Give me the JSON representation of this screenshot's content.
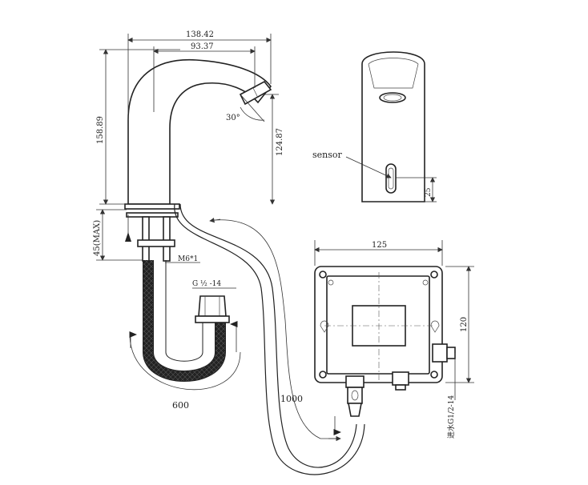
{
  "dimensions": {
    "overall_width": "138.42",
    "spout_reach": "93.37",
    "overall_height": "158.89",
    "spout_height": "124.87",
    "spout_angle": "30°",
    "max_mount_thickness": "45(MAX)",
    "mount_thread": "M6*1",
    "inlet_thread": "G ½ -14",
    "hose_length": "600",
    "cable_length": "1000",
    "box_width": "125",
    "box_height": "120",
    "sensor_offset": "25",
    "box_inlet": "进水G1/2-14"
  },
  "labels": {
    "sensor": "sensor"
  }
}
